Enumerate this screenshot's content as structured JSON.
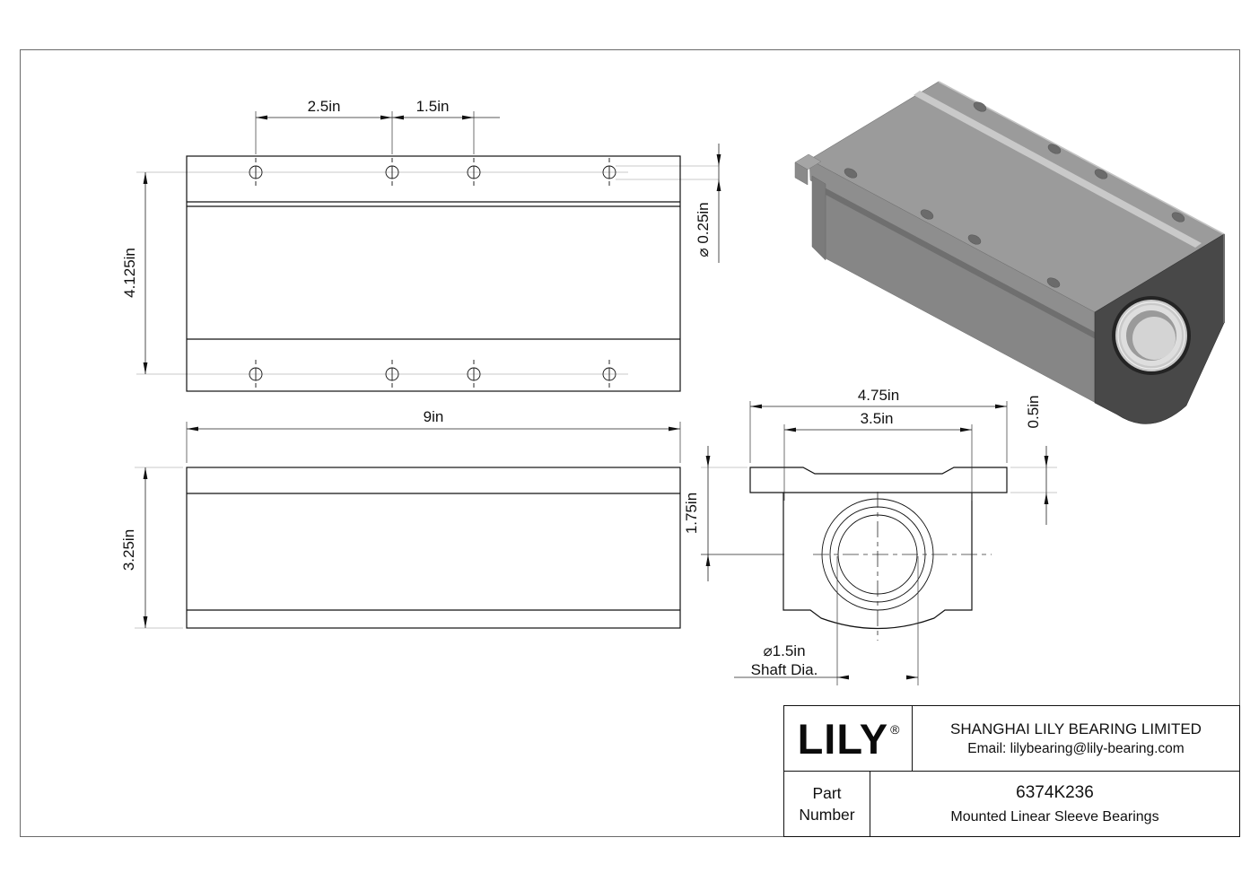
{
  "drawing": {
    "top_view": {
      "dim_hole_spacing_1": "2.5in",
      "dim_hole_spacing_2": "1.5in",
      "dim_depth": "4.125in",
      "dim_hole_diameter": "⌀ 0.25in"
    },
    "front_view": {
      "dim_length": "9in",
      "dim_height": "3.25in"
    },
    "end_view": {
      "dim_plate_width": "4.75in",
      "dim_body_width": "3.5in",
      "dim_plate_thickness": "0.5in",
      "dim_center_height": "1.75in",
      "dim_shaft_diameter": "⌀1.5in",
      "shaft_label": "Shaft Dia."
    }
  },
  "title_block": {
    "logo": "LILY",
    "registered": "®",
    "company": "SHANGHAI LILY BEARING LIMITED",
    "email": "Email: lilybearing@lily-bearing.com",
    "part_label_line1": "Part",
    "part_label_line2": "Number",
    "part_number": "6374K236",
    "part_description": "Mounted Linear Sleeve Bearings"
  },
  "colors": {
    "object_line": "#111111",
    "centerline_gray": "#b8b8b8",
    "metal_top": "#9b9b9b",
    "metal_front": "#868686",
    "metal_end_dark": "#484848",
    "metal_stripe": "#c9c9c9"
  }
}
